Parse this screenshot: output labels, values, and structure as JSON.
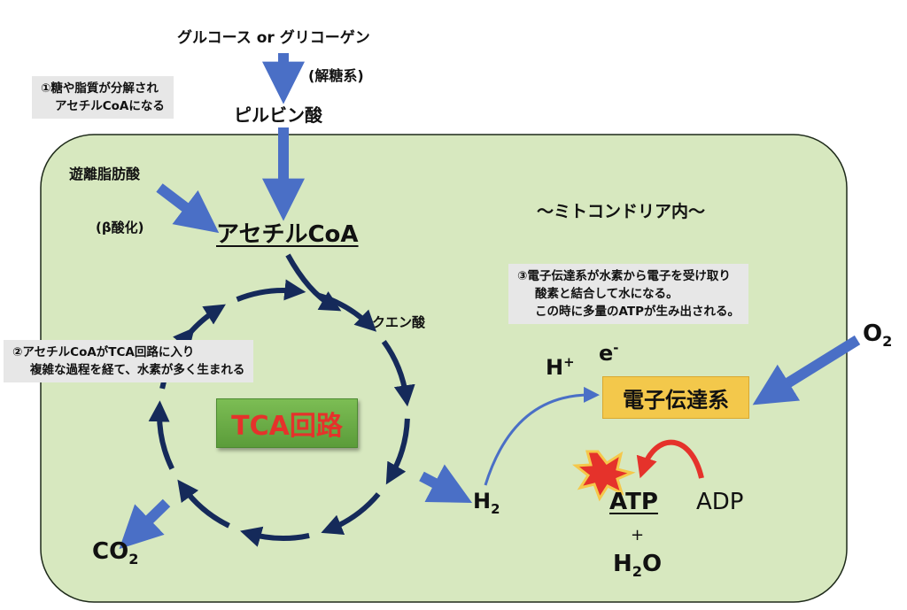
{
  "labels": {
    "glucose": "グルコース or グリコーゲン",
    "glycolysis": "(解糖系)",
    "pyruvate": "ピルビン酸",
    "fatty_acid": "遊離脂肪酸",
    "beta_oxidation": "(β酸化)",
    "acetyl_coa": "アセチルCoA",
    "citrate": "クエン酸",
    "tca_cycle": "TCA回路",
    "mito_title": "～ミトコンドリア内～",
    "etc": "電子伝達系",
    "o2_main": "O",
    "o2_sub": "2",
    "h_plus_main": "H",
    "h_plus_sup": "+",
    "e_minus_main": "e",
    "e_minus_sup": "-",
    "h2_main": "H",
    "h2_sub": "2",
    "co2_main": "CO",
    "co2_sub": "2",
    "atp": "ATP",
    "adp": "ADP",
    "plus": "+",
    "h2o_a": "H",
    "h2o_sub": "2",
    "h2o_b": "O"
  },
  "notes": {
    "note1_line1": "①糖や脂質が分解され",
    "note1_line2": "アセチルCoAになる",
    "note2_line1": "②アセチルCoAがTCA回路に入り",
    "note2_line2": "複雑な過程を経て、水素が多く生まれる",
    "note3_line1": "③電子伝達系が水素から電子を受け取り",
    "note3_line2": "酸素と結合して水になる。",
    "note3_line3": "この時に多量のATPが生み出される。"
  },
  "colors": {
    "mitochondria_fill": "#d7e8bf",
    "arrow_blue": "#4a6fc6",
    "cycle_navy": "#152a5a",
    "adp_arrow_red": "#e5322b",
    "tca_text": "#e5322b",
    "etc_fill": "#f3c84b",
    "note_bg": "#e7e7e7"
  },
  "icons": {
    "explosion": "explosion-icon"
  }
}
